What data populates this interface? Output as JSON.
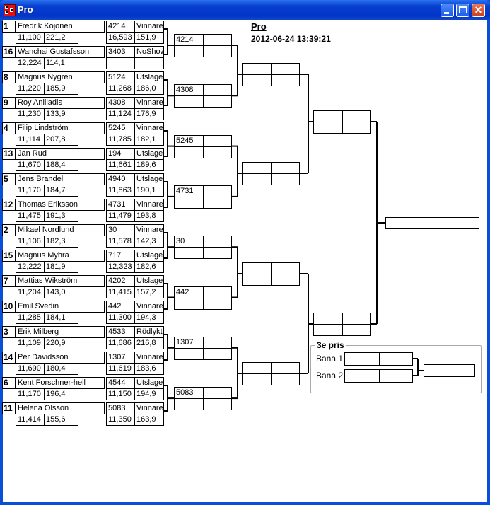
{
  "window": {
    "title": "Pro"
  },
  "header": {
    "title": "Pro",
    "datetime": "2012-06-24 13:39:21"
  },
  "players": [
    {
      "seed": "1",
      "name": "Fredrik Kojonen",
      "a": "11,100",
      "b": "221,2",
      "code": "4214",
      "status": "Vinnare",
      "c": "16,593",
      "d": "151,9"
    },
    {
      "seed": "16",
      "name": "Wanchai Gustafsson",
      "a": "12,224",
      "b": "114,1",
      "code": "3403",
      "status": "NoShow",
      "c": "",
      "d": ""
    },
    {
      "seed": "8",
      "name": "Magnus Nygren",
      "a": "11,220",
      "b": "185,9",
      "code": "5124",
      "status": "Utslagen",
      "c": "11,268",
      "d": "186,0"
    },
    {
      "seed": "9",
      "name": "Roy Aniliadis",
      "a": "11,230",
      "b": "133,9",
      "code": "4308",
      "status": "Vinnare",
      "c": "11,124",
      "d": "176,9"
    },
    {
      "seed": "4",
      "name": "Filip Lindström",
      "a": "11,114",
      "b": "207,8",
      "code": "5245",
      "status": "Vinnare",
      "c": "11,785",
      "d": "182,1"
    },
    {
      "seed": "13",
      "name": "Jan Rud",
      "a": "11,670",
      "b": "188,4",
      "code": "194",
      "status": "Utslagen",
      "c": "11,661",
      "d": "189,6"
    },
    {
      "seed": "5",
      "name": "Jens Brandel",
      "a": "11,170",
      "b": "184,7",
      "code": "4940",
      "status": "Utslagen",
      "c": "11,863",
      "d": "190,1"
    },
    {
      "seed": "12",
      "name": "Thomas Eriksson",
      "a": "11,475",
      "b": "191,3",
      "code": "4731",
      "status": "Vinnare",
      "c": "11,479",
      "d": "193,8"
    },
    {
      "seed": "2",
      "name": "Mikael Nordlund",
      "a": "11,106",
      "b": "182,3",
      "code": "30",
      "status": "Vinnare",
      "c": "11,578",
      "d": "142,3"
    },
    {
      "seed": "15",
      "name": "Magnus Myhra",
      "a": "12,222",
      "b": "181,9",
      "code": "717",
      "status": "Utslagen",
      "c": "12,323",
      "d": "182,6"
    },
    {
      "seed": "7",
      "name": "Mattias Wikström",
      "a": "11,204",
      "b": "143,0",
      "code": "4202",
      "status": "Utslagen",
      "c": "11,415",
      "d": "157,2"
    },
    {
      "seed": "10",
      "name": "Emil Svedin",
      "a": "11,285",
      "b": "184,1",
      "code": "442",
      "status": "Vinnare",
      "c": "11,300",
      "d": "194,3"
    },
    {
      "seed": "3",
      "name": "Erik Milberg",
      "a": "11,109",
      "b": "220,9",
      "code": "4533",
      "status": "Rödlykta",
      "c": "11,686",
      "d": "216,8"
    },
    {
      "seed": "14",
      "name": "Per Davidsson",
      "a": "11,690",
      "b": "180,4",
      "code": "1307",
      "status": "Vinnare",
      "c": "11,619",
      "d": "183,6"
    },
    {
      "seed": "6",
      "name": "Kent Forschner-hell",
      "a": "11,170",
      "b": "196,4",
      "code": "4544",
      "status": "Utslagen",
      "c": "11,150",
      "d": "194,9"
    },
    {
      "seed": "11",
      "name": "Helena Olsson",
      "a": "11,414",
      "b": "155,6",
      "code": "5083",
      "status": "Vinnare",
      "c": "11,350",
      "d": "163,9"
    }
  ],
  "round2": [
    "4214",
    "4308",
    "5245",
    "4731",
    "30",
    "442",
    "1307",
    "5083"
  ],
  "third_place": {
    "label": "3e pris",
    "lane1": "Bana 1",
    "lane2": "Bana 2"
  }
}
